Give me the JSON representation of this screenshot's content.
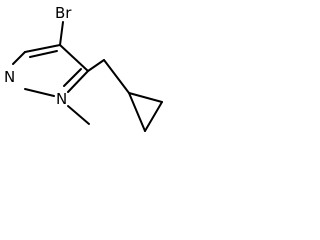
{
  "atoms": {
    "bromine": "Br",
    "nitrogen_pyridine_like": "N",
    "nitrogen_substituted": "N"
  },
  "colors": {
    "bond": "#000000",
    "text": "#000000",
    "background": "#ffffff"
  }
}
